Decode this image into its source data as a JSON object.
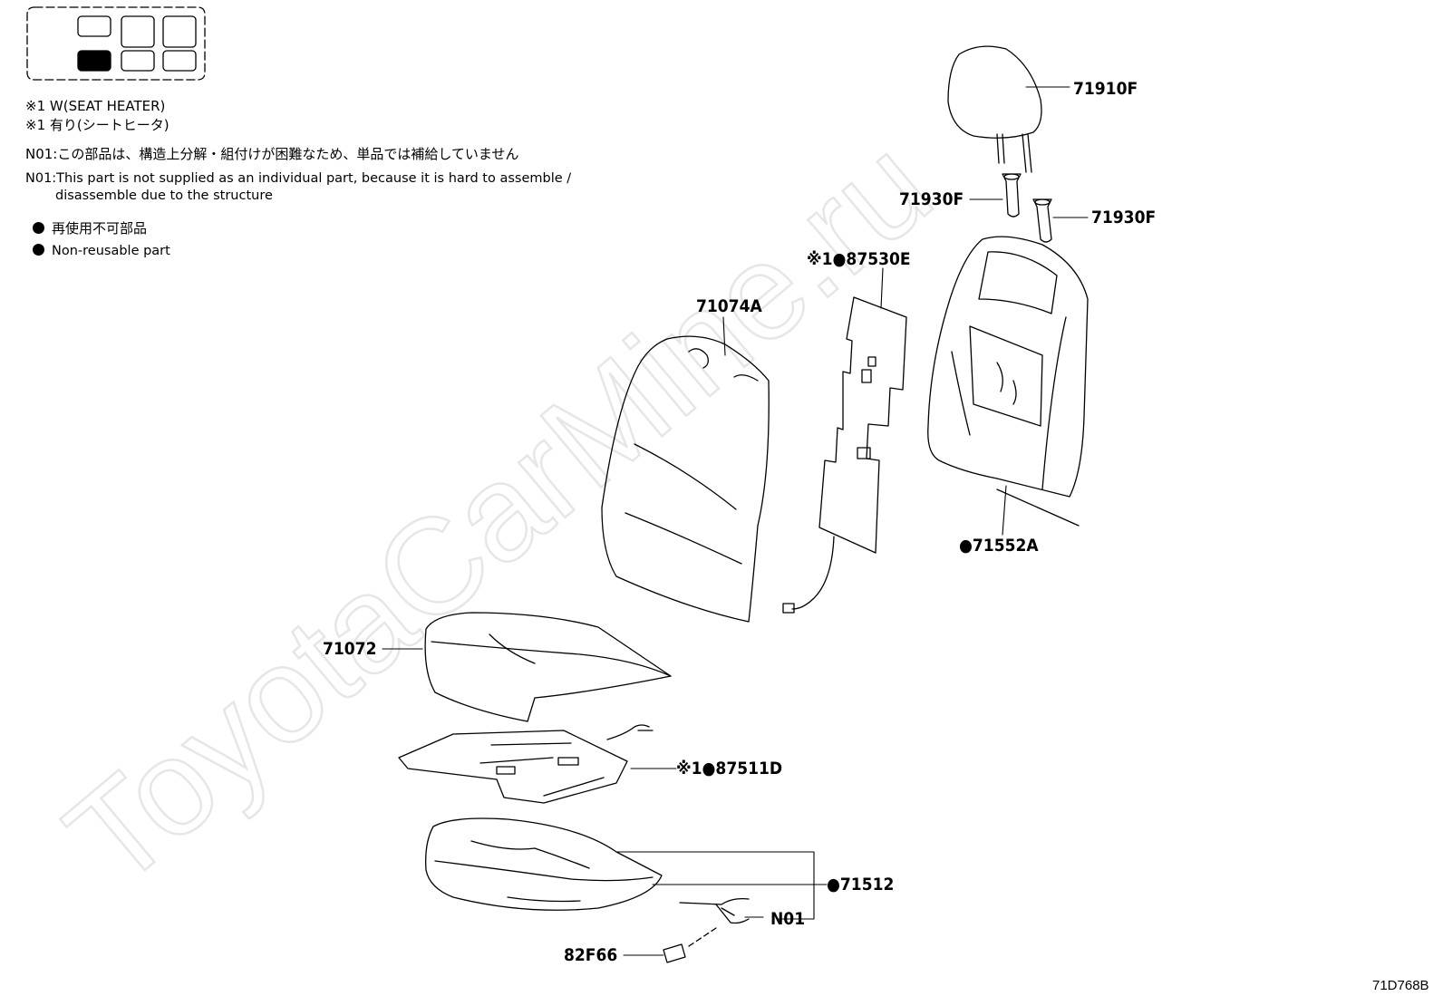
{
  "legend": {
    "seat_heater_en": "※1 W(SEAT HEATER)",
    "seat_heater_jp": "※1 有り(シートヒータ)",
    "n01_jp": "N01:この部品は、構造上分解・組付けが困難なため、単品では補給していません",
    "n01_en_line1": "N01:This part is not supplied as an individual part, because it is hard to assemble /",
    "n01_en_line2": "disassemble due to the structure",
    "nonreusable_jp": "再使用不可部品",
    "nonreusable_en": "Non-reusable part"
  },
  "parts": {
    "headrest": "71910F",
    "support_left": "71930F",
    "support_right": "71930F",
    "heater_back": "※1●87530E",
    "back_pad": "71074A",
    "back_cover": "●71552A",
    "cushion_pad": "71072",
    "heater_cushion": "※1●87511D",
    "cushion_cover": "●71512",
    "n01": "N01",
    "connector": "82F66"
  },
  "watermark": "ToyotaCarMine.ru",
  "figure_id": "71D768B"
}
